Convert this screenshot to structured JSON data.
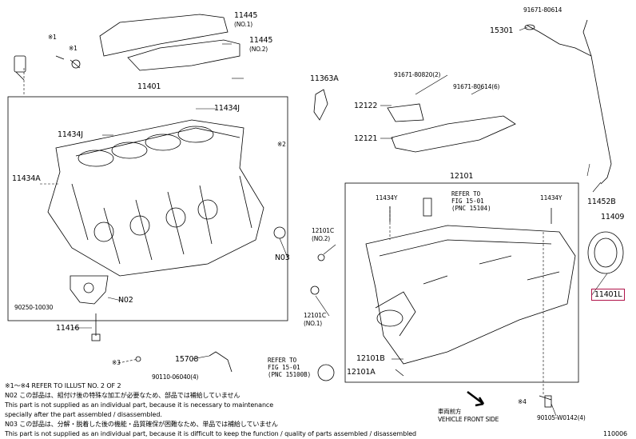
{
  "parts": {
    "p11445_1": "11445",
    "p11445_1_no": "(NO.1)",
    "p11445_2": "11445",
    "p11445_2_no": "(NO.2)",
    "p11401": "11401",
    "p11434J_a": "11434J",
    "p11434J_b": "11434J",
    "p11434A": "11434A",
    "p11363A": "11363A",
    "p12122": "12122",
    "p12121": "12121",
    "p91671_80820": "91671-80820(2)",
    "p91671_80614_6": "91671-80614(6)",
    "p91671_80614": "91671-80614",
    "p15301": "15301",
    "p12101": "12101",
    "p11434Y_a": "11434Y",
    "p11434Y_b": "11434Y",
    "p11452B": "11452B",
    "p11409": "11409",
    "p12101C_no2": "12101C",
    "p12101C_no2_no": "(NO.2)",
    "p12101C_no1": "12101C",
    "p12101C_no1_no": "(NO.1)",
    "pN03": "N03",
    "pN02": "N02",
    "p90250": "90250-10030",
    "p11416": "11416",
    "p15708": "15708",
    "p90110": "90110-06040(4)",
    "p12101B": "12101B",
    "p12101A": "12101A",
    "p11401L": "11401L",
    "p90105": "90105-W0142(4)"
  },
  "marks": {
    "m1a": "※1",
    "m1b": "※1",
    "m2": "※2",
    "m3": "※3",
    "m4": "※4"
  },
  "refs": {
    "ref_a_1": "REFER TO",
    "ref_a_2": "FIG 15-01",
    "ref_a_3": "(PNC 15104)",
    "ref_b_1": "REFER TO",
    "ref_b_2": "FIG 15-01",
    "ref_b_3": "(PNC 15100B)"
  },
  "front": {
    "jp": "車両前方",
    "en": "VEHICLE FRONT SIDE"
  },
  "notes": {
    "n1": "※1～※4  REFER TO ILLUST NO. 2 OF 2",
    "n2": "N02    この部品は、組付け後の特殊な加工が必要なため、部品では補給していません",
    "n3": "         This part is not supplied as an individual part, because it is necessary to maintenance",
    "n4": "         specially after the part assembled / disassembled.",
    "n5": "N03    この部品は、分解・脱着した後の機能・品質確保が困難なため、単品では補給していません",
    "n6": "         This part is not supplied as an individual part, because it is difficult to keep the function / quality of parts assembled / disassembled"
  },
  "figure_id": "110006",
  "colors": {
    "ink": "#000000",
    "highlight": "#b0144a"
  }
}
